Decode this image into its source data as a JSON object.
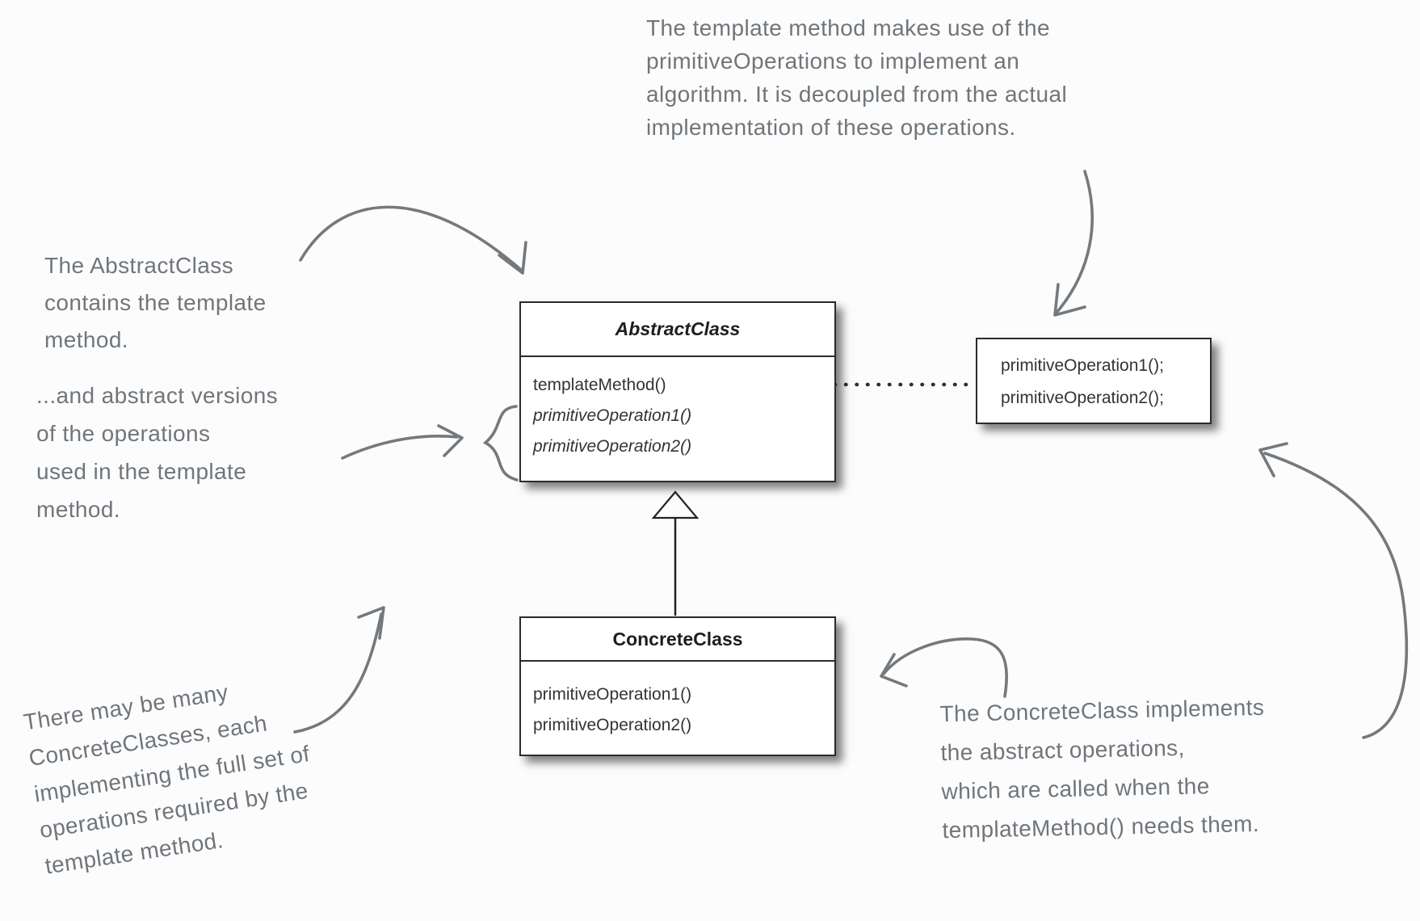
{
  "diagram": {
    "notes": {
      "top": [
        "The template method makes use of the",
        "primitiveOperations to implement an",
        "algorithm. It is decoupled from the actual",
        "implementation of these operations."
      ],
      "left_upper": [
        "The AbstractClass",
        "contains the template",
        "method."
      ],
      "left_lower": [
        "...and abstract versions",
        "of the operations",
        "used in the template",
        "method."
      ],
      "bottom_left": [
        "There may be many",
        "ConcreteClasses, each",
        "implementing the full set of",
        "operations required by the",
        "template method."
      ],
      "bottom_right": [
        "The ConcreteClass implements",
        "the abstract operations,",
        "which are called when the",
        "templateMethod() needs them."
      ]
    },
    "abstract_class": {
      "title": "AbstractClass",
      "methods": [
        "templateMethod()",
        "primitiveOperation1()",
        "primitiveOperation2()"
      ]
    },
    "concrete_class": {
      "title": "ConcreteClass",
      "methods": [
        "primitiveOperation1()",
        "primitiveOperation2()"
      ]
    },
    "code_note": {
      "lines": [
        "primitiveOperation1();",
        "primitiveOperation2();"
      ]
    },
    "colors": {
      "handwriting_gray": "#6f767b",
      "arrow_gray": "#74797d",
      "box_border": "#2b2b2b",
      "box_text": "#333333",
      "background": "#fcfcfd"
    }
  }
}
